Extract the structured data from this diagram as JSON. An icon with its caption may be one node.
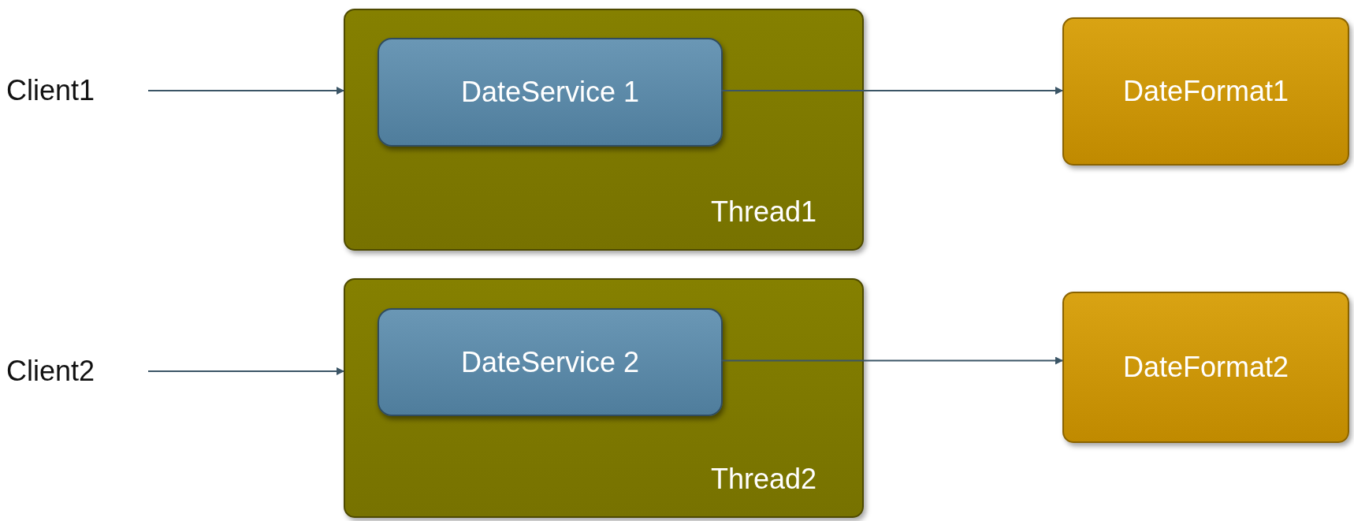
{
  "diagram": {
    "nodes": [
      {
        "text": [
          "Client1"
        ]
      },
      {
        "text": [
          "Thread1"
        ]
      },
      {
        "text": [
          "DateService 1"
        ],
        "in": 1
      },
      {
        "text": [
          "DateFormat1"
        ]
      },
      {
        "text": [
          "Client2"
        ]
      },
      {
        "text": [
          "Thread2"
        ]
      },
      {
        "text": [
          "DateService 2"
        ],
        "in": 5
      },
      {
        "text": [
          "DateFormat2"
        ]
      }
    ],
    "edges": [
      {
        "from": 0,
        "to": 1,
        "arrow": "to"
      },
      {
        "from": 2,
        "to": 3,
        "arrow": "to"
      },
      {
        "from": 4,
        "to": 5,
        "arrow": "to"
      },
      {
        "from": 6,
        "to": 7,
        "arrow": "to"
      }
    ]
  }
}
